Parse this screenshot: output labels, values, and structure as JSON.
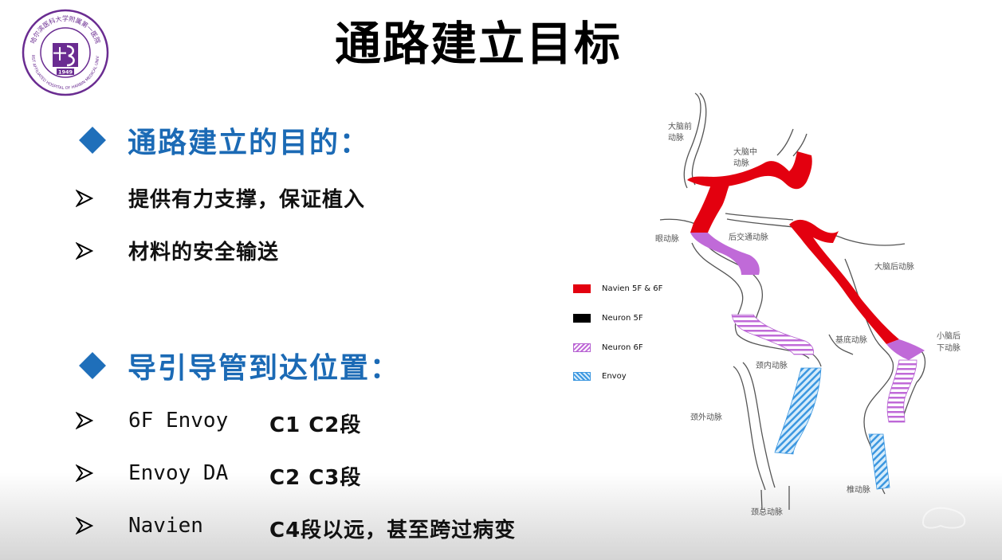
{
  "slide_title": "通路建立目标",
  "logo": {
    "top_text": "哈尔滨医科大学附属第一医院",
    "bottom_text": "THE FIRST AFFILIATED HOSPITAL OF HARBIN MEDICAL UNIVERSITY",
    "year": "1949",
    "center_glyph": "十",
    "color": "#6a2c91"
  },
  "sections": [
    {
      "heading": "通路建立的目的：",
      "items": [
        "提供有力支撑，保证植入",
        "材料的安全输送"
      ]
    },
    {
      "heading": "导引导管到达位置：",
      "items": [
        {
          "device": "6F Envoy",
          "location": "C1 C2段"
        },
        {
          "device": "Envoy DA",
          "location": "C2 C3段"
        },
        {
          "device": "Navien",
          "location": "C4段以远，甚至跨过病变"
        }
      ]
    }
  ],
  "legend": [
    {
      "label": "Navien 5F & 6F",
      "pattern": "solid-red",
      "color": "#e3000f"
    },
    {
      "label": "Neuron 5F",
      "pattern": "solid-black",
      "color": "#000000"
    },
    {
      "label": "Neuron 6F",
      "pattern": "hatched-purple",
      "color": "#c06ad8"
    },
    {
      "label": "Envoy",
      "pattern": "hatched-blue",
      "color": "#3c97e0"
    }
  ],
  "vessel_labels": {
    "aca": [
      "大脑前",
      "动脉"
    ],
    "mca": [
      "大脑中",
      "动脉"
    ],
    "ophthalmic": "眼动脉",
    "pcom": "后交通动脉",
    "pca": "大脑后动脉",
    "basilar": "基底动脉",
    "pica": [
      "小脑后",
      "下动脉"
    ],
    "ica": "颈内动脉",
    "eca": "颈外动脉",
    "vertebral": "椎动脉",
    "cca": "颈总动脉"
  },
  "colors": {
    "accent": "#1b6ab5",
    "bullet_diamond": "#1f6fba",
    "navien": "#e3000f",
    "neuron6f": "#c06ad8",
    "envoy": "#3c97e0"
  }
}
